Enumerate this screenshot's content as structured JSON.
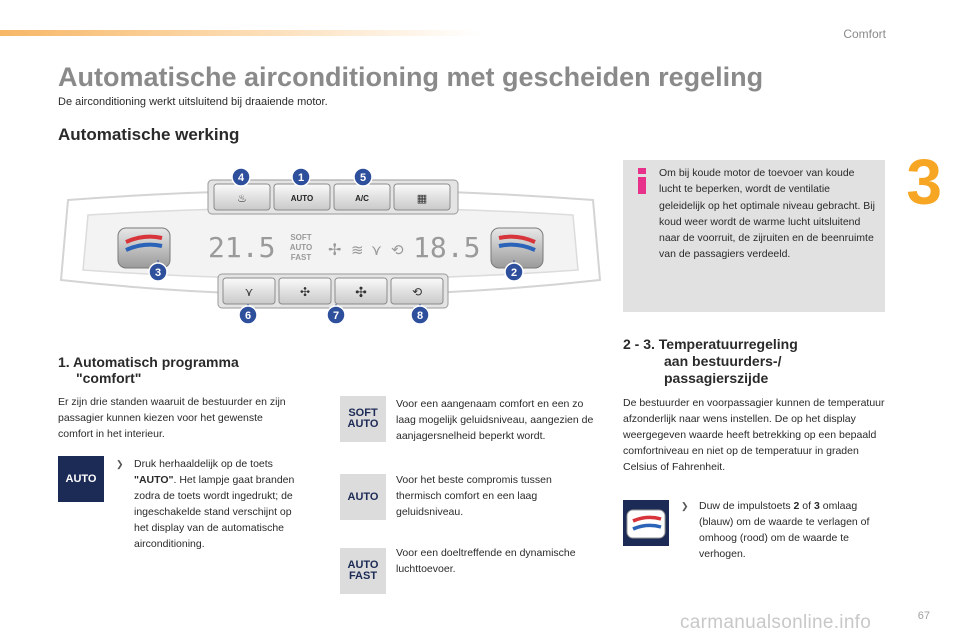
{
  "header": {
    "section": "Comfort",
    "chapter": "3"
  },
  "title": "Automatische airconditioning met gescheiden regeling",
  "subtitle": "De airconditioning werkt uitsluitend bij draaiende motor.",
  "section_heading": "Automatische werking",
  "panel": {
    "buttons_top": [
      "AUTO",
      "A/C"
    ],
    "display_left": "21.5",
    "display_right": "18.5",
    "display_modes": [
      "SOFT",
      "AUTO",
      "FAST"
    ],
    "callouts": [
      "4",
      "1",
      "5",
      "3",
      "2",
      "6",
      "7",
      "8"
    ]
  },
  "info_box": {
    "text": "Om bij koude motor de toevoer van koude lucht te beperken, wordt de ventilatie geleidelijk op het optimale niveau gebracht. Bij koud weer wordt de warme lucht uitsluitend naar de voorruit, de zijruiten en de beenruimte van de passagiers verdeeld."
  },
  "auto_section": {
    "heading_line1": "1. Automatisch programma",
    "heading_line2": "\"comfort\"",
    "intro": "Er zijn drie standen waaruit de bestuurder en zijn passagier kunnen kiezen voor het gewenste comfort in het interieur.",
    "badge": "AUTO",
    "bullet_pre": "Druk herhaaldelijk op de toets ",
    "bullet_bold": "\"AUTO\"",
    "bullet_post": ". Het lampje gaat branden zodra de toets wordt ingedrukt; de ingeschakelde stand verschijnt op het display van de automatische airconditioning.",
    "modes": [
      {
        "label1": "SOFT",
        "label2": "AUTO",
        "text": "Voor een aangenaam comfort en een zo laag mogelijk geluidsniveau, aangezien de aanjagersnelheid beperkt wordt."
      },
      {
        "label1": "AUTO",
        "label2": "",
        "text": "Voor het beste compromis tussen thermisch comfort en een laag geluidsniveau."
      },
      {
        "label1": "AUTO",
        "label2": "FAST",
        "text": "Voor een doeltreffende en dynamische luchttoevoer."
      }
    ]
  },
  "temp_section": {
    "heading_line1": "2 - 3. Temperatuurregeling",
    "heading_line2": "aan bestuurders-/",
    "heading_line3": "passagierszijde",
    "text": "De bestuurder en voorpassagier kunnen de temperatuur afzonderlijk naar wens instellen. De op het display weergegeven waarde heeft betrekking op een bepaald comfortniveau en niet op de temperatuur in graden Celsius of Fahrenheit.",
    "bullet_pre": "Duw de impulstoets ",
    "bullet_b1": "2",
    "bullet_mid": " of ",
    "bullet_b2": "3",
    "bullet_post": " omlaag (blauw) om de waarde te verlagen of omhoog (rood) om de waarde te verhogen."
  },
  "footer": {
    "page": "67",
    "watermark": "carmanualsonline.info"
  },
  "colors": {
    "accent": "#f6a623",
    "navy": "#1c2a56",
    "callout_blue": "#2e4f9c",
    "info_pink": "#e8318a"
  }
}
